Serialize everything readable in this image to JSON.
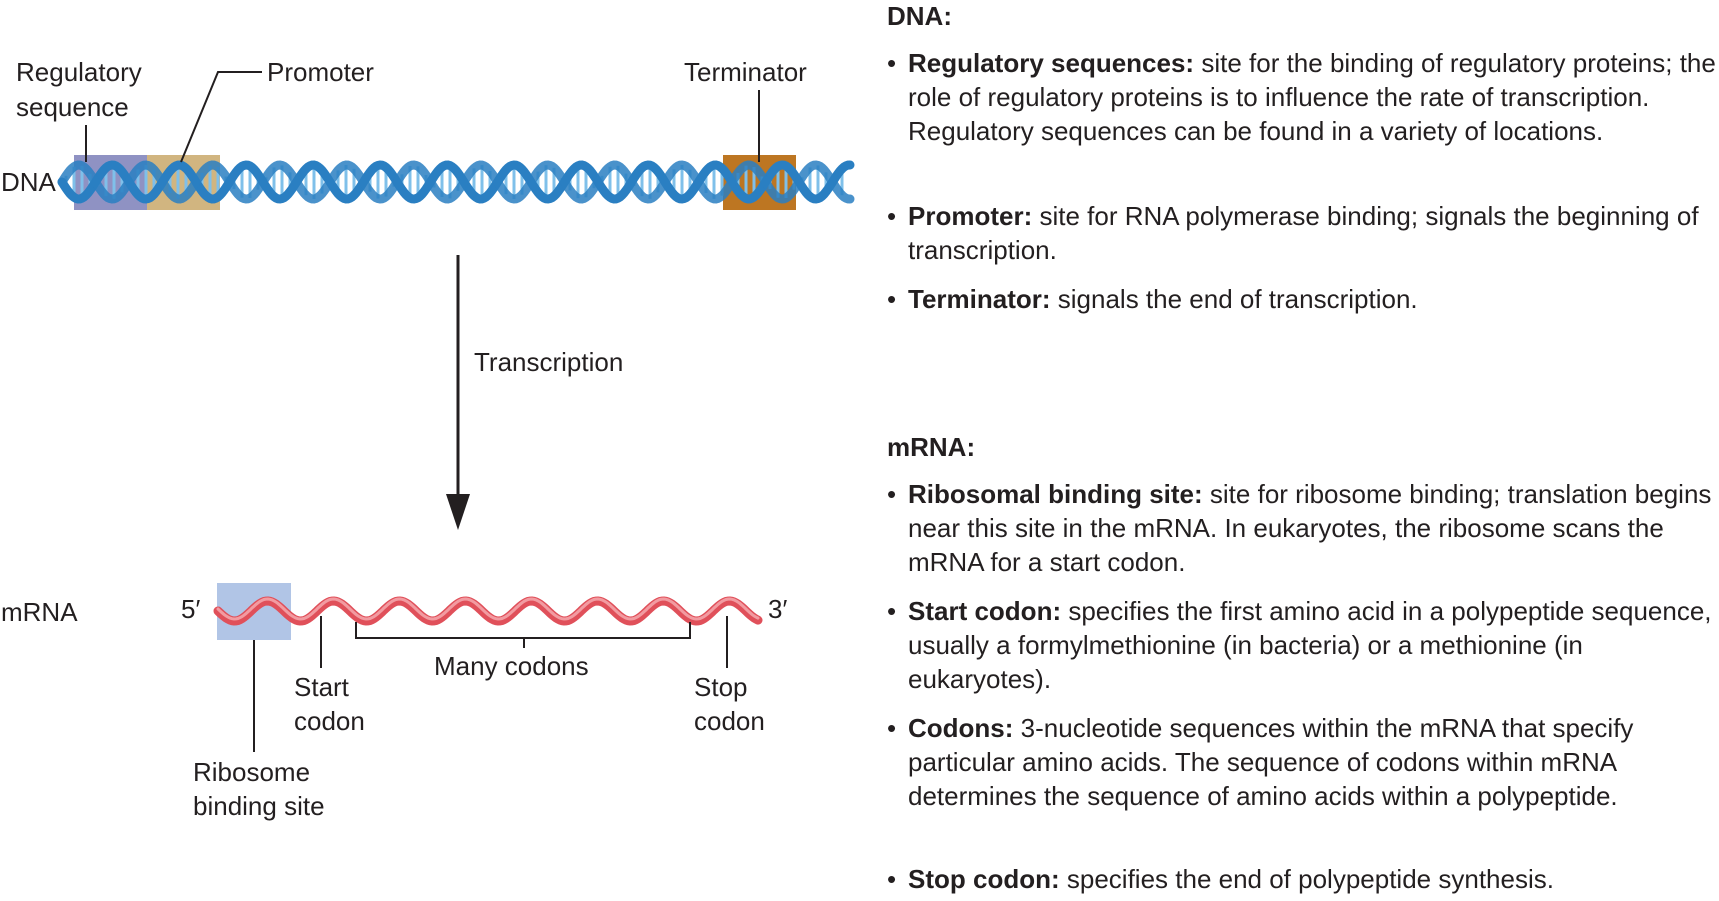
{
  "diagram": {
    "dna": {
      "strand_label": "DNA",
      "regulatory_label_1": "Regulatory",
      "regulatory_label_2": "sequence",
      "promoter_label": "Promoter",
      "terminator_label": "Terminator",
      "colors": {
        "helix": "#2a7fc2",
        "helix_light": "#7fc0ea",
        "regulatory_box": "#7b7fb8",
        "promoter_box": "#c9a86a",
        "terminator_box": "#b96f16"
      }
    },
    "process": {
      "label": "Transcription"
    },
    "mrna": {
      "strand_label": "mRNA",
      "five_prime": "5′",
      "three_prime": "3′",
      "start_label_1": "Start",
      "start_label_2": "codon",
      "codons_label": "Many codons",
      "stop_label_1": "Stop",
      "stop_label_2": "codon",
      "ribosome_label_1": "Ribosome",
      "ribosome_label_2": "binding site",
      "colors": {
        "strand": "#e0505a",
        "strand_light": "#f4a3a8",
        "ribosome_box": "#a9bfe3"
      }
    }
  },
  "legend": {
    "dna": {
      "heading": "DNA:",
      "items": [
        {
          "term": "Regulatory sequences:",
          "desc": "site for the binding of regulatory proteins; the role of regulatory proteins is to influence the rate of transcription. Regulatory sequences can be found in a variety of locations."
        },
        {
          "term": "Promoter:",
          "desc": "site for RNA polymerase binding; signals the beginning of transcription."
        },
        {
          "term": "Terminator:",
          "desc": "signals the end of transcription."
        }
      ]
    },
    "mrna": {
      "heading": "mRNA:",
      "items": [
        {
          "term": "Ribosomal binding site:",
          "desc": "site for ribosome binding; translation begins near this site in the mRNA. In eukaryotes, the ribosome scans the mRNA for a start codon."
        },
        {
          "term": "Start codon:",
          "desc": "specifies the first amino acid in a polypeptide sequence, usually a formylmethionine (in bacteria) or a methionine (in eukaryotes)."
        },
        {
          "term": "Codons:",
          "desc": "3-nucleotide sequences within the mRNA that specify particular amino acids. The sequence of codons within mRNA determines the sequence of amino acids within a polypeptide."
        },
        {
          "term": "Stop codon:",
          "desc": "specifies the end of polypeptide synthesis."
        }
      ]
    }
  }
}
